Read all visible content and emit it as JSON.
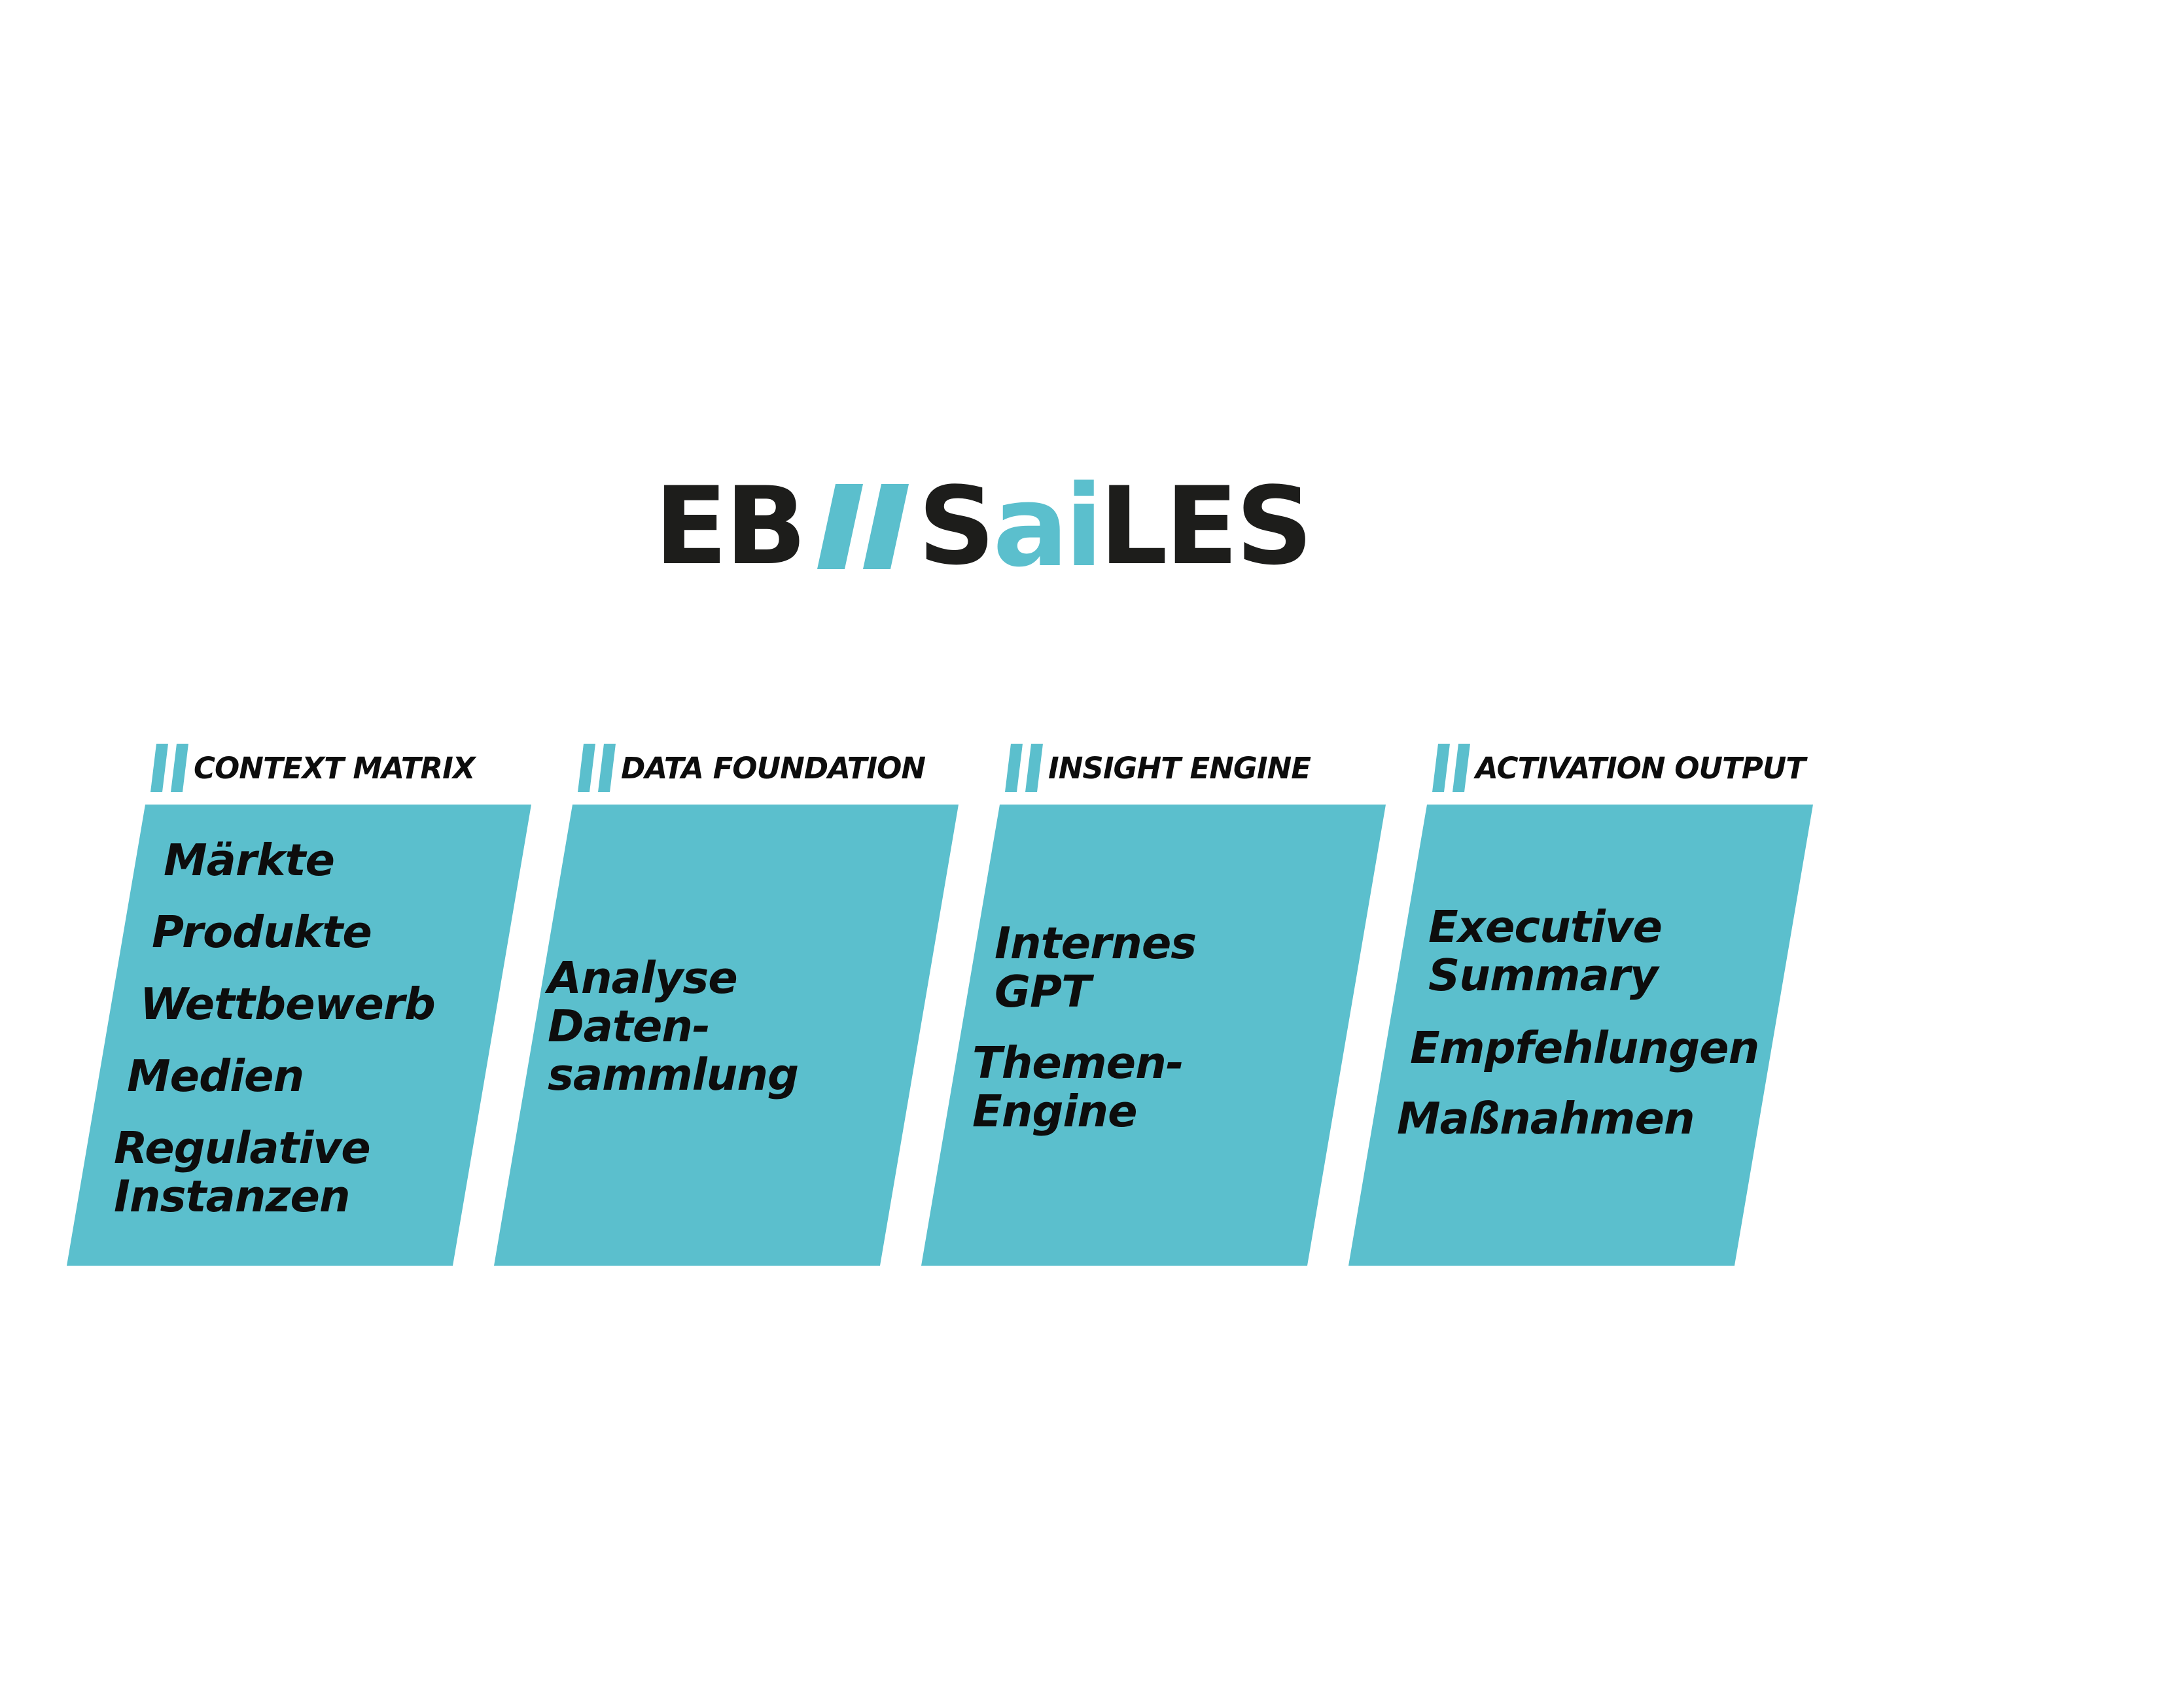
{
  "logo": {
    "part1": "EB",
    "part2": "S",
    "part3": "ai",
    "part4": "LES",
    "colors": {
      "dark": "#1d1d1b",
      "accent": "#5bbfcd"
    }
  },
  "columns": [
    {
      "title": "CONTEXT MATRIX",
      "items": [
        "Märkte",
        "Produkte",
        "Wettbewerb",
        "Medien",
        "Regulative\nInstanzen"
      ]
    },
    {
      "title": "DATA FOUNDATION",
      "items": [
        "Analyse\nDaten-\nsammlung"
      ]
    },
    {
      "title": "INSIGHT ENGINE",
      "items": [
        "Internes\nGPT",
        "Themen-\nEngine"
      ]
    },
    {
      "title": "ACTIVATION OUTPUT",
      "items": [
        "Executive\nSummary",
        "Empfehlungen",
        "Maßnahmen"
      ]
    }
  ],
  "colors": {
    "card": "#5bbfcd",
    "text": "#0d0d0d",
    "background": "#ffffff"
  }
}
